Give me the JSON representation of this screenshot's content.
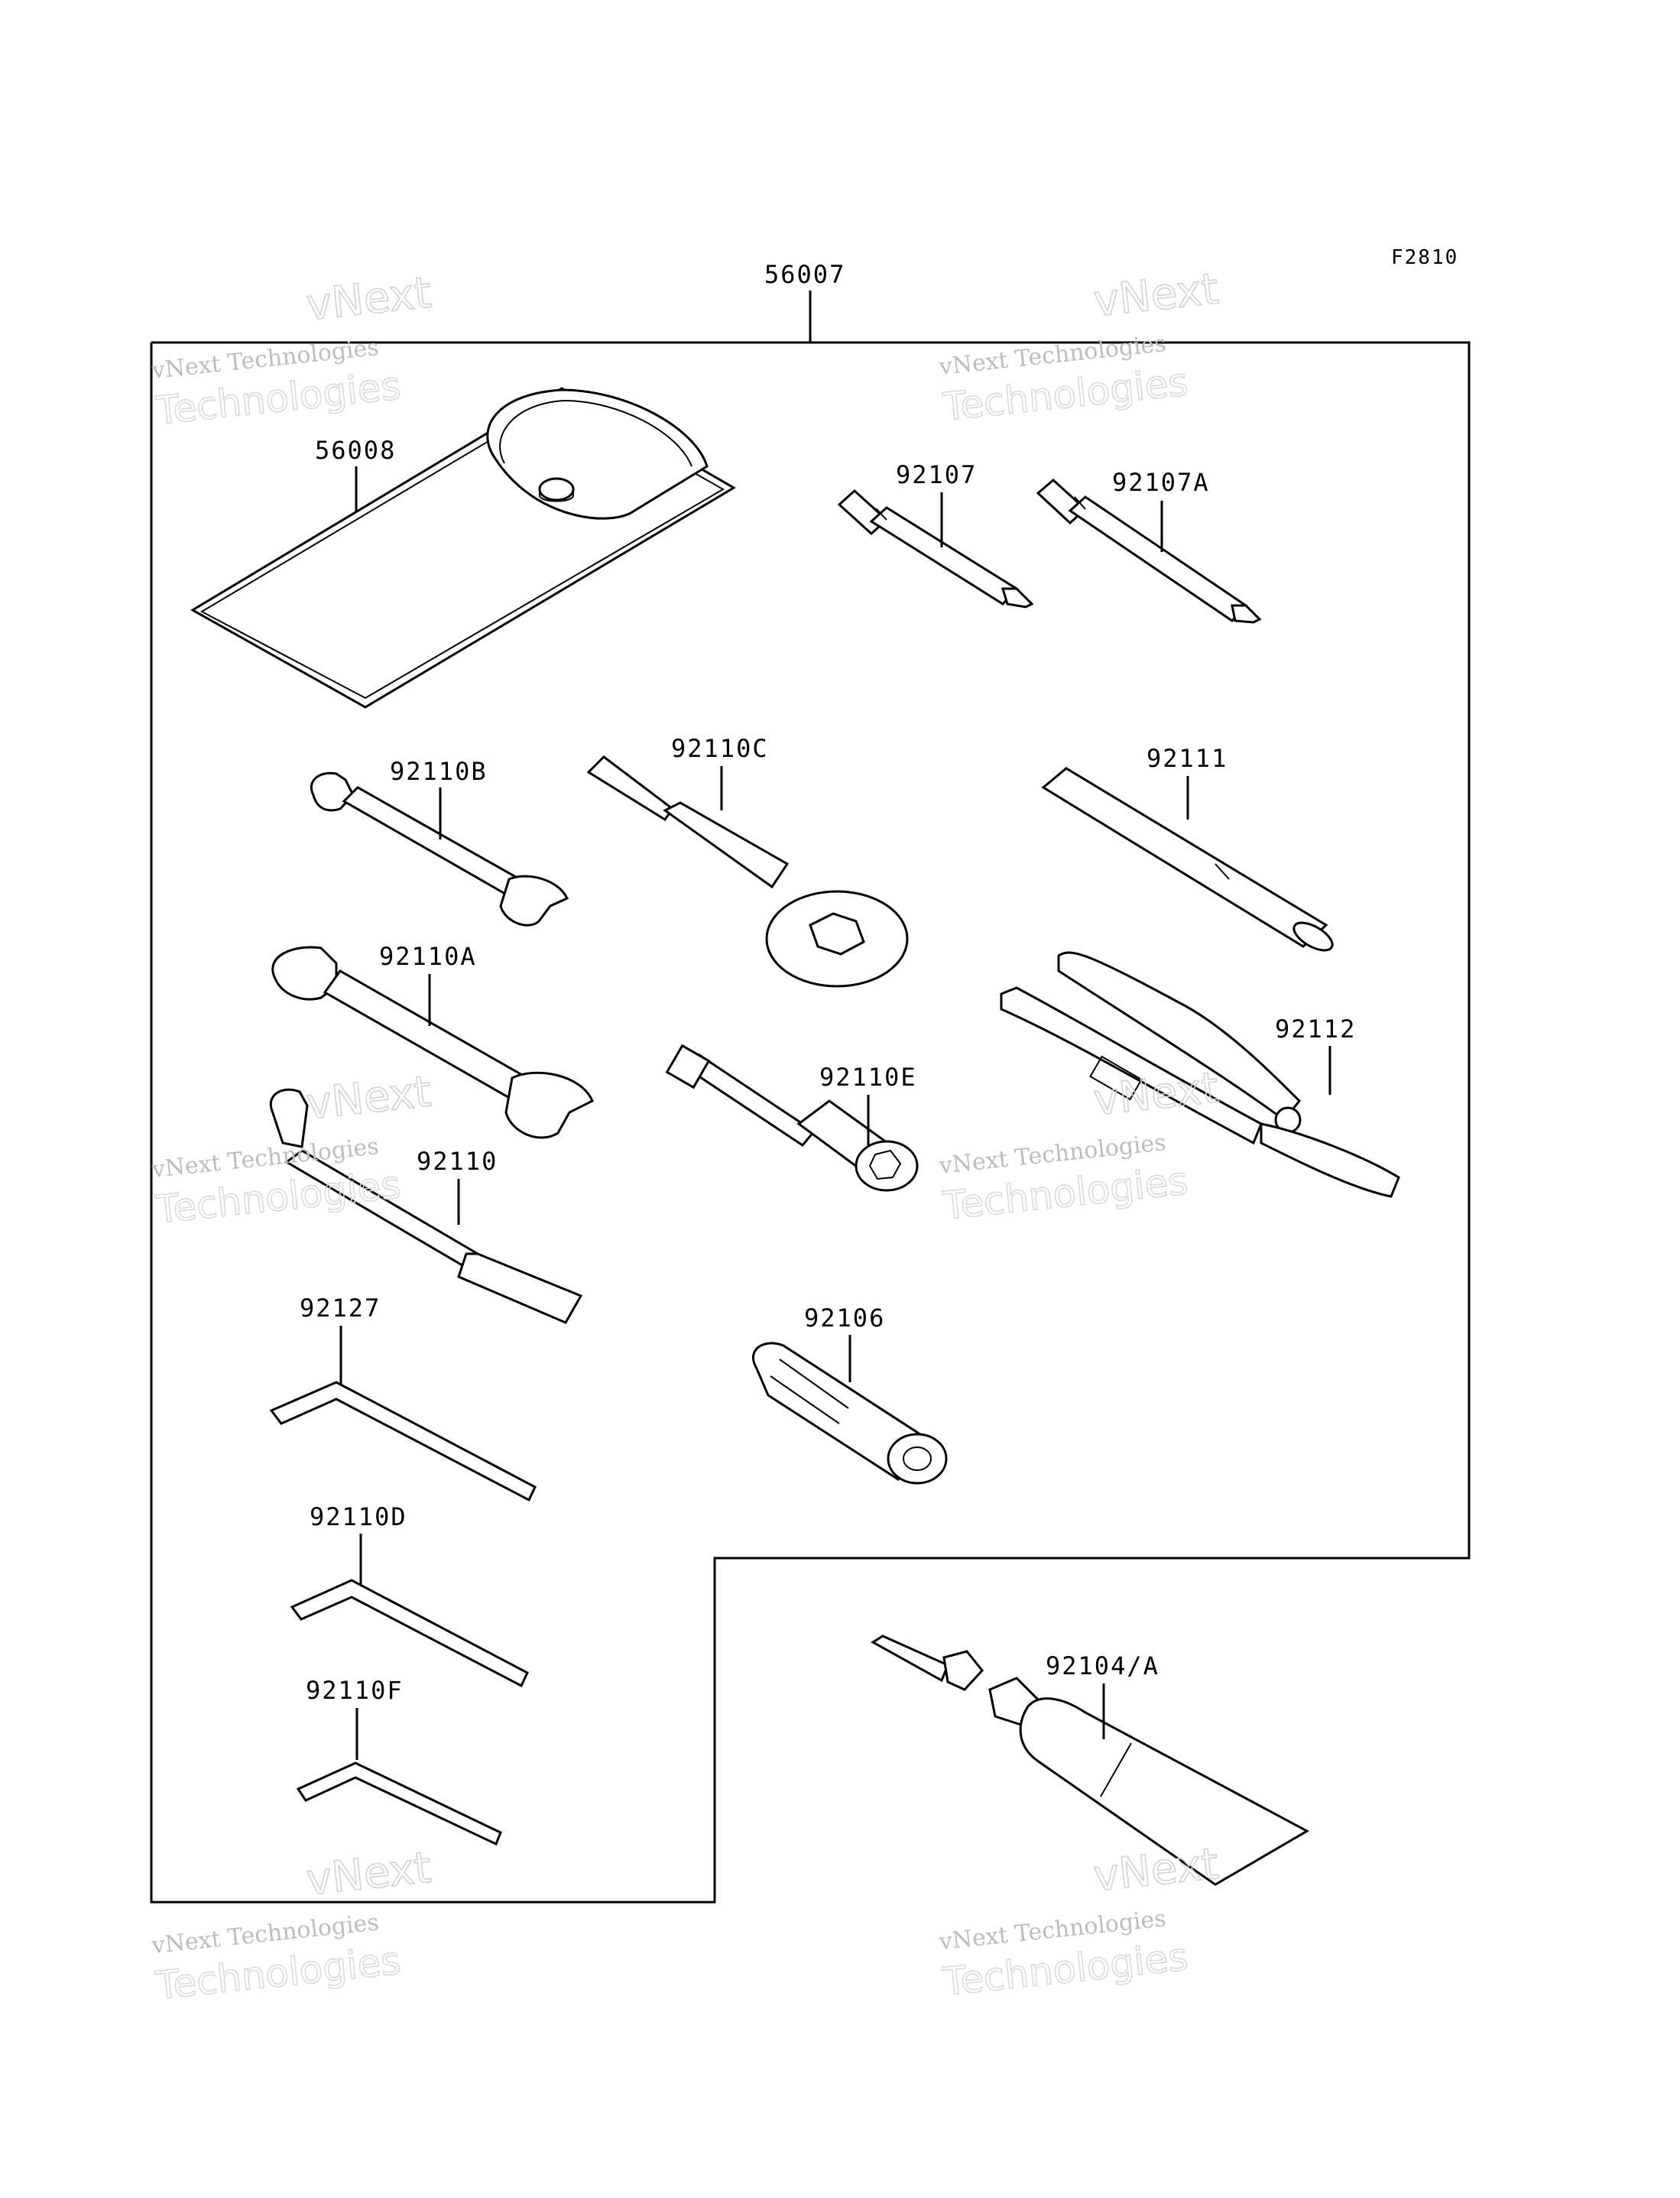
{
  "diagram_code": "F2810",
  "kit_part": "56007",
  "parts": {
    "p56008": "56008",
    "p92107": "92107",
    "p92107A": "92107A",
    "p92110B": "92110B",
    "p92110C": "92110C",
    "p92111": "92111",
    "p92110A": "92110A",
    "p92112": "92112",
    "p92110E": "92110E",
    "p92110": "92110",
    "p92127": "92127",
    "p92106": "92106",
    "p92110D": "92110D",
    "p92110F": "92110F",
    "p92104A": "92104/A"
  },
  "watermark": {
    "brand_line": "vNext Technologies",
    "word_top": "vNext",
    "word_bottom": "Technologies"
  },
  "colors": {
    "ink": "#000000",
    "watermark": "#c8c8c8",
    "background": "#ffffff"
  }
}
